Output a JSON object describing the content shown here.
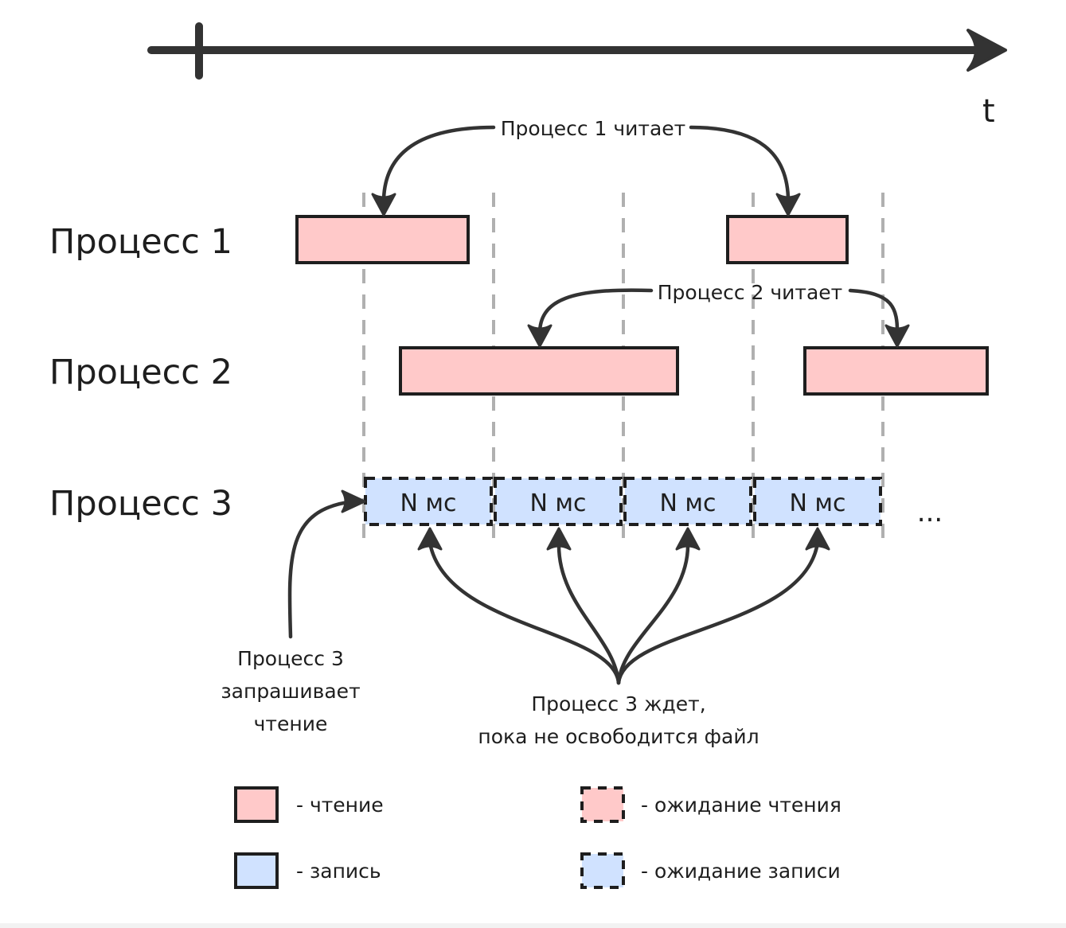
{
  "axis": {
    "label": "t"
  },
  "processes": [
    {
      "label": "Процесс 1"
    },
    {
      "label": "Процесс 2"
    },
    {
      "label": "Процесс 3"
    }
  ],
  "annotations": {
    "p1_reads": "Процесс 1 читает",
    "p2_reads": "Процесс 2 читает",
    "p3_requests": [
      "Процесс 3",
      "запрашивает",
      "чтение"
    ],
    "p3_waits": [
      "Процесс 3 ждет,",
      "пока не освободится файл"
    ]
  },
  "wait_slots": [
    "N мс",
    "N мс",
    "N мс",
    "N мс"
  ],
  "ellipsis": "...",
  "legend": {
    "read": "- чтение",
    "write": "- запись",
    "wait_read": "- ожидание чтения",
    "wait_write": "- ожидание записи"
  },
  "colors": {
    "read_fill": "#ffc9c9",
    "write_fill": "#d0e2ff",
    "stroke": "#1e1e1e",
    "grid_dash": "#b0b0b0",
    "arrow": "#333333"
  }
}
